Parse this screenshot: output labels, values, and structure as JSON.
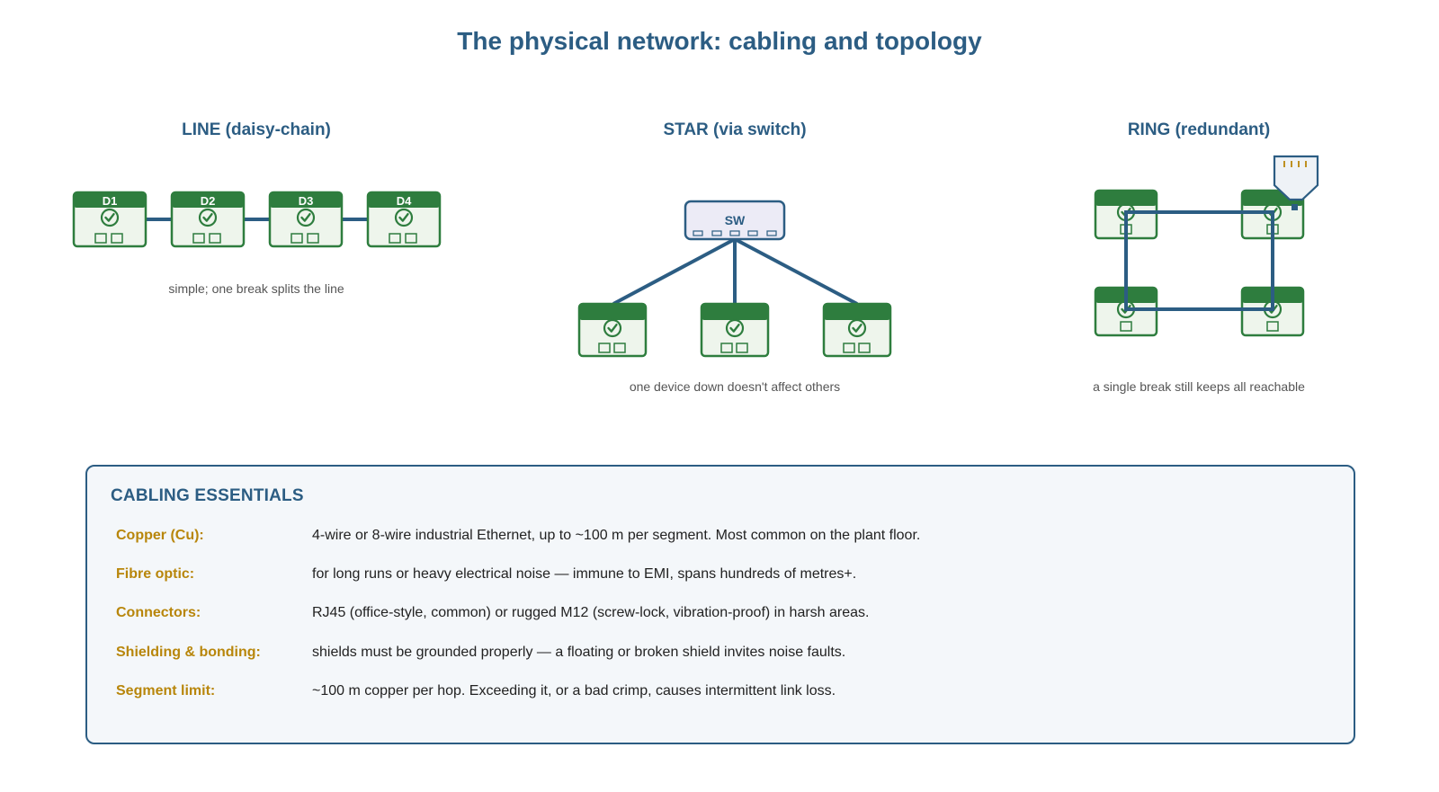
{
  "title": "The physical network: cabling and topology",
  "panels": {
    "line": {
      "title": "LINE (daisy-chain)",
      "caption": "simple; one break splits the line",
      "devices": [
        "D1",
        "D2",
        "D3",
        "D4"
      ]
    },
    "star": {
      "title": "STAR (via switch)",
      "caption": "one device down doesn't affect others",
      "switch_label": "SW"
    },
    "ring": {
      "title": "RING (redundant)",
      "caption": "a single break still keeps all reachable"
    }
  },
  "essentials": {
    "title": "CABLING ESSENTIALS",
    "rows": [
      {
        "key": "Copper (Cu):",
        "value": "4-wire or 8-wire industrial Ethernet, up to ~100 m per segment. Most common on the plant floor."
      },
      {
        "key": "Fibre optic:",
        "value": "for long runs or heavy electrical noise — immune to EMI, spans hundreds of metres+."
      },
      {
        "key": "Connectors:",
        "value": "RJ45 (office-style, common) or rugged M12 (screw-lock, vibration-proof) in harsh areas."
      },
      {
        "key": "Shielding & bonding:",
        "value": "shields must be grounded properly — a floating or broken shield invites noise faults."
      },
      {
        "key": "Segment limit:",
        "value": "~100 m copper per hop. Exceeding it, or a bad crimp, causes intermittent link loss."
      }
    ]
  },
  "colors": {
    "title_blue": "#2c5d83",
    "device_green": "#2e7d3e",
    "device_fill": "#eef5ec",
    "key_gold": "#b8860b",
    "cable_blue": "#2c5d83"
  }
}
